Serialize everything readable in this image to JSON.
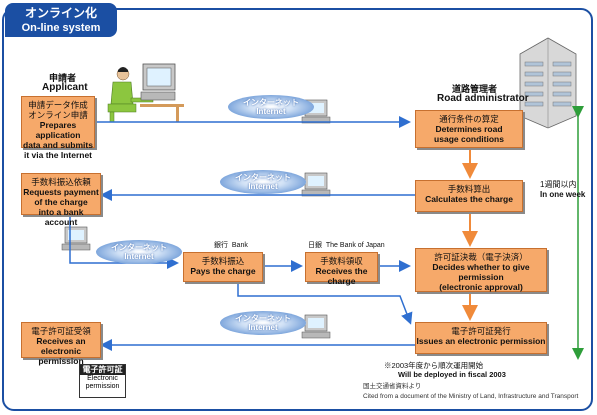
{
  "title": {
    "jp": "オンライン化",
    "en": "On-line system"
  },
  "applicant": {
    "jp": "申請者",
    "en": "Applicant"
  },
  "administrator": {
    "jp": "道路管理者",
    "en": "Road administrator"
  },
  "internet": {
    "jp": "インターネット",
    "en": "Internet"
  },
  "left_boxes": [
    {
      "jp": "申請データ作成\nオンライン申請",
      "en": "Prepares application\ndata and submits\nit via the Internet"
    },
    {
      "jp": "手数料振込依頼",
      "en": "Requests payment\nof the charge\ninto a bank account"
    },
    {
      "jp": "電子許可証受領",
      "en": "Receives an\nelectronic permission"
    }
  ],
  "bank": {
    "label_jp": "銀行",
    "label_en": "Bank",
    "jp": "手数料振込",
    "en": "Pays the charge"
  },
  "boj": {
    "label_jp": "日銀",
    "label_en": "The Bank of Japan",
    "jp": "手数料領収",
    "en": "Receives the charge"
  },
  "right_boxes": [
    {
      "jp": "通行条件の算定",
      "en": "Determines road\nusage conditions"
    },
    {
      "jp": "手数料算出",
      "en": "Calculates the charge"
    },
    {
      "jp": "許可証決裁（電子決済）",
      "en": "Decides whether to give permission\n(electronic approval)"
    },
    {
      "jp": "電子許可証発行",
      "en": "Issues an electronic permission"
    }
  ],
  "week": {
    "jp": "1週間以内",
    "en": "In one week"
  },
  "permit": {
    "jp": "電子許可証",
    "en": "Electronic\npermission"
  },
  "note": {
    "jp": "※2003年度から順次運用開始",
    "en": "Will be deployed in fiscal 2003"
  },
  "cite": {
    "jp": "国土交通省資料より",
    "en": "Cited from a document of the Ministry of Land, Infrastructure and Transport"
  },
  "colors": {
    "frame": "#1b4fa3",
    "box": "#f6a96a",
    "arrow": "#2f6fd0",
    "orange_arrow": "#f08a3a",
    "green": "#2e9e3a"
  }
}
